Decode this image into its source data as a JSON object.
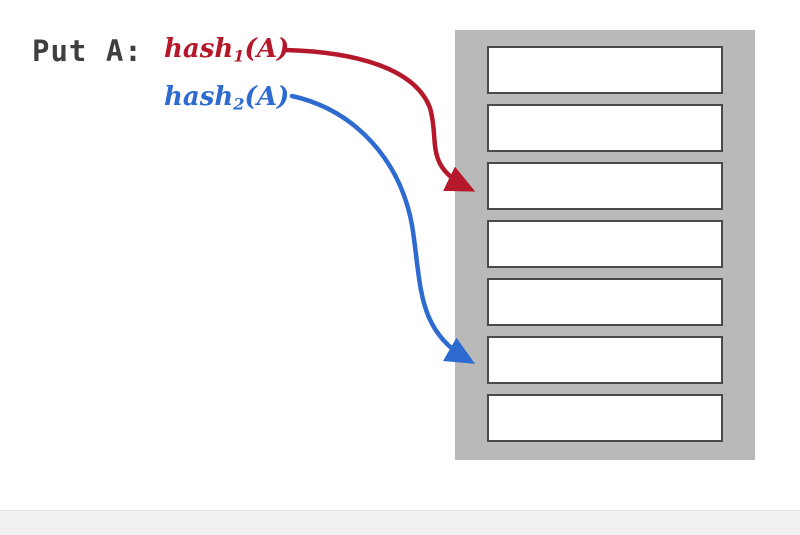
{
  "labels": {
    "operation": "Put A:",
    "hash1_base": "hash",
    "hash1_sub": "1",
    "hash1_args": "(A)",
    "hash2_base": "hash",
    "hash2_sub": "2",
    "hash2_args": "(A)"
  },
  "colors": {
    "operation_text": "#3f3f3f",
    "hash1_arrow": "#b5182b",
    "hash2_arrow": "#2e6bd0",
    "array_background": "#b9b9b9",
    "cell_border": "#4a4a4a",
    "cell_fill": "#ffffff",
    "footer_bar": "#f1f1f2"
  },
  "array": {
    "cell_count": 7,
    "hash1_target_index": 2,
    "hash2_target_index": 5
  }
}
